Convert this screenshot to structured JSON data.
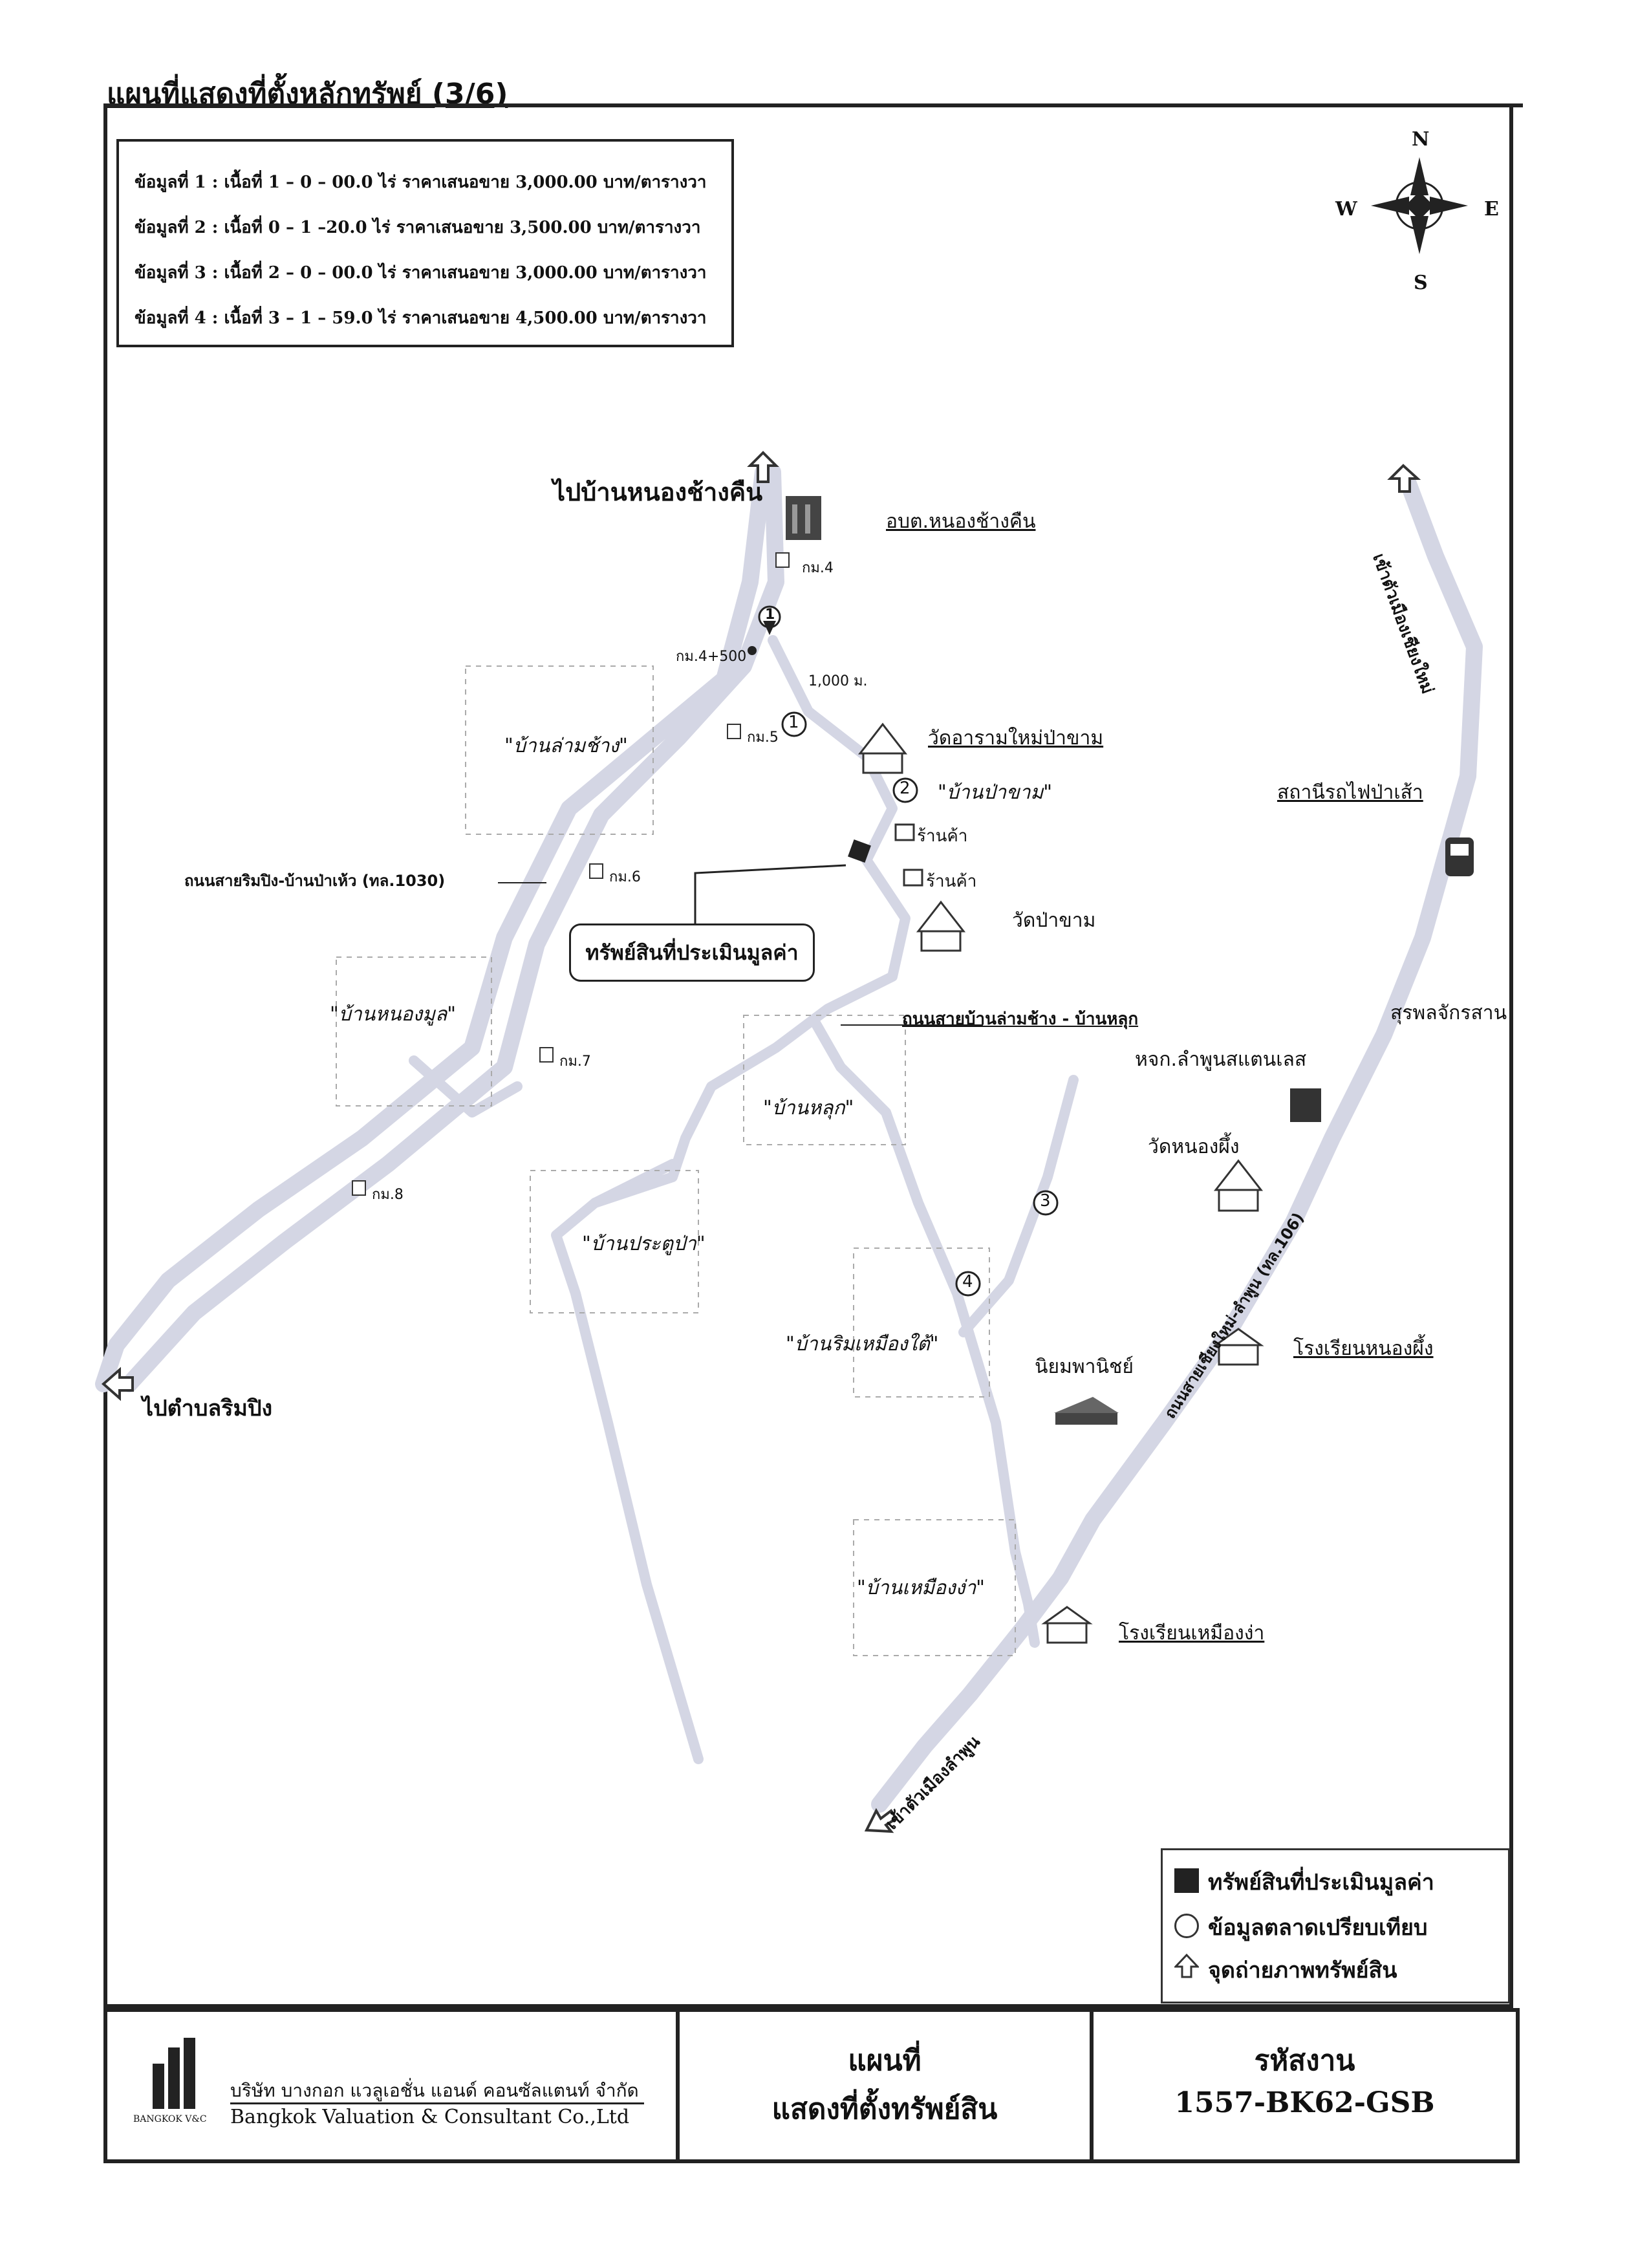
{
  "header": {
    "title": "แผนที่แสดงที่ตั้งหลักทรัพย์ (3/6)"
  },
  "info_box": {
    "rows": [
      "ข้อมูลที่ 1 : เนื้อที่  1 – 0 – 00.0 ไร่ ราคาเสนอขาย  3,000.00 บาท/ตารางวา",
      "ข้อมูลที่ 2 : เนื้อที่  0 – 1 –20.0 ไร่ ราคาเสนอขาย  3,500.00 บาท/ตารางวา",
      "ข้อมูลที่ 3 : เนื้อที่  2 – 0 – 00.0 ไร่ ราคาเสนอขาย  3,000.00 บาท/ตารางวา",
      "ข้อมูลที่ 4 : เนื้อที่  3 – 1 – 59.0 ไร่ ราคาเสนอขาย  4,500.00 บาท/ตารางวา"
    ]
  },
  "compass": {
    "n": "N",
    "s": "S",
    "e": "E",
    "w": "W"
  },
  "map": {
    "to_nong_chang_khuen": "ไปบ้านหนองช้างคืน",
    "obt": "อบต.หนองช้างคืน",
    "km4": "กม.4",
    "km4_500": "กม.4+500",
    "km5": "กม.5",
    "km6": "กม.6",
    "km7": "กม.7",
    "km8": "กม.8",
    "dist_1000": "1,000 ม.",
    "wat_aram": "วัดอารามใหม่ป่าขาม",
    "ban_pa_kham": "\"บ้านป่าขาม\"",
    "shop1": "ร้านค้า",
    "shop2": "ร้านค้า",
    "wat_pa_kham": "วัดป่าขาม",
    "ban_lam_chang": "\"บ้านล่ามช้าง\"",
    "road_1030": "ถนนสายริมปิง-บ้านป่าเห้ว (ทล.1030)",
    "subject_box": "ทรัพย์สินที่ประเมินมูลค่า",
    "ban_nong_mun": "\"บ้านหนองมูล\"",
    "road_lam_chang": "ถนนสายบ้านล่ามช้าง - บ้านหลุก",
    "ban_luk": "\"บ้านหลุก\"",
    "ban_pratu_pa": "\"บ้านประตูป่า\"",
    "ban_rim_muang_tai": "\"บ้านริมเหมืองใต้\"",
    "ban_muang_nga": "\"บ้านเหมืองง่า\"",
    "to_rim_ping": "ไปตำบลริมปิง",
    "to_chiang_mai": "เข้าตัวเมืองเชียงใหม่",
    "station": "สถานีรถไฟป่าเส้า",
    "suphon": "สุรพลจักรสาน",
    "lamphun_steel": "หจก.ลำพูนสแตนเลส",
    "wat_nong_phueng": "วัดหนองผึ้ง",
    "road_106": "ถนนสายเชียงใหม่-ลำพูน (ทล.106)",
    "school_nong_phueng": "โรงเรียนหนองผึ้ง",
    "niyom": "นิยมพานิชย์",
    "school_muang_nga": "โรงเรียนเหมืองง่า",
    "to_lamphun": "เข้าตัวเมืองลำพูน",
    "markers": [
      "1",
      "2",
      "3",
      "4",
      "1"
    ]
  },
  "legend": {
    "subject": "ทรัพย์สินที่ประเมินมูลค่า",
    "comparable": "ข้อมูลตลาดเปรียบเทียบ",
    "photo_point": "จุดถ่ายภาพทรัพย์สิน"
  },
  "footer": {
    "company_th": "บริษัท บางกอก แวลูเอชั่น แอนด์ คอนซัลแตนท์ จำกัด",
    "company_en": "Bangkok Valuation & Consultant Co.,Ltd",
    "logo_text": "BANGKOK V&C",
    "doc_line1": "แผนที่",
    "doc_line2": "แสดงที่ตั้งทรัพย์สิน",
    "code_label": "รหัสงาน",
    "code_value": "1557-BK62-GSB"
  },
  "colors": {
    "road": "#d4d6e4",
    "road_edge": "#b8bbd0",
    "ink": "#111111"
  }
}
